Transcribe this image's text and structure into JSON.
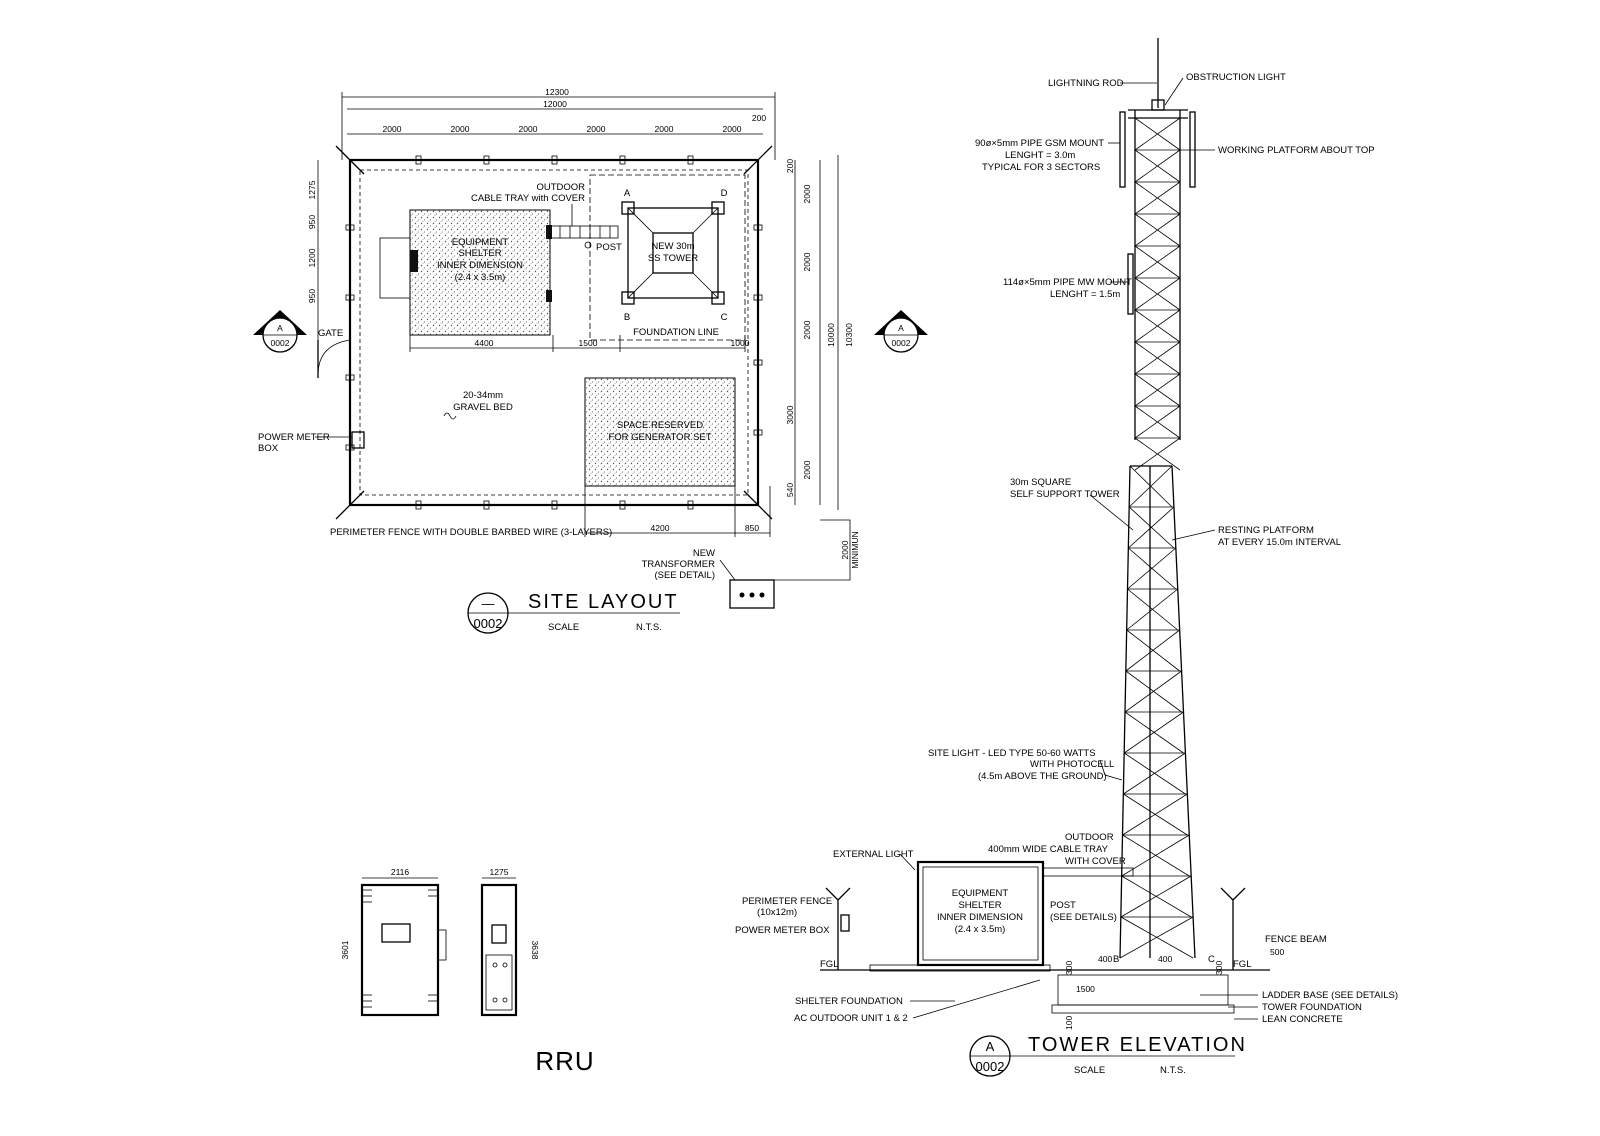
{
  "site_layout": {
    "title": "SITE LAYOUT",
    "callout_top": "—",
    "callout_sheet": "0002",
    "scale_label": "SCALE",
    "scale_value": "N.T.S.",
    "dims_top": {
      "overall_outer": "12300",
      "overall_inner": "12000",
      "segments": [
        "2000",
        "2000",
        "2000",
        "2000",
        "2000",
        "2000"
      ],
      "corner": "200"
    },
    "dims_left": [
      "1275",
      "950",
      "1200",
      "950"
    ],
    "dims_right": [
      "200",
      "2000",
      "2000",
      "2000",
      "3000",
      "2000",
      "540"
    ],
    "dims_right_overall": [
      "10000",
      "10300"
    ],
    "dims_bottom_a": [
      "4400",
      "1500",
      "1000"
    ],
    "dims_bottom_b": [
      "4200",
      "850"
    ],
    "transformer_min": [
      "2000",
      "MINIMUN"
    ],
    "labels": {
      "cable_tray": [
        "OUTDOOR",
        "CABLE TRAY with COVER"
      ],
      "post": "POST",
      "tower": [
        "NEW 30m",
        "SS TOWER"
      ],
      "foundation_line": "FOUNDATION LINE",
      "shelter": [
        "EQUIPMENT",
        "SHELTER",
        "INNER DIMENSION",
        "(2.4 x 3.5m)"
      ],
      "gate": "GATE",
      "gravel": [
        "20-34mm",
        "GRAVEL BED"
      ],
      "generator": [
        "SPACE RESERVED",
        "FOR GENERATOR SET"
      ],
      "power_meter": [
        "POWER METER",
        "BOX"
      ],
      "perimeter": "PERIMETER FENCE WITH DOUBLE BARBED WIRE (3-LAYERS)",
      "transformer": [
        "NEW",
        "TRANSFORMER",
        "(SEE DETAIL)"
      ],
      "corners": [
        "A",
        "D",
        "B",
        "C"
      ]
    },
    "section_markers": [
      {
        "top": "A",
        "bottom": "0002"
      },
      {
        "top": "A",
        "bottom": "0002"
      }
    ]
  },
  "tower_elevation": {
    "title": "TOWER ELEVATION",
    "callout_top": "A",
    "callout_sheet": "0002",
    "scale_label": "SCALE",
    "scale_value": "N.T.S.",
    "labels": {
      "lightning_rod": "LIGHTNING ROD",
      "obstruction_light": "OBSTRUCTION LIGHT",
      "gsm_mount": [
        "90ø×5mm PIPE GSM MOUNT",
        "LENGHT = 3.0m",
        "TYPICAL FOR 3 SECTORS"
      ],
      "working_platform": "WORKING PLATFORM ABOUT TOP",
      "mw_mount": [
        "114ø×5mm PIPE MW MOUNT",
        "LENGHT = 1.5m"
      ],
      "tower_type": [
        "30m SQUARE",
        "SELF SUPPORT TOWER"
      ],
      "resting_platform": [
        "RESTING PLATFORM",
        "AT EVERY 15.0m INTERVAL"
      ],
      "site_light": [
        "SITE LIGHT - LED TYPE  50-60 WATTS",
        "WITH PHOTOCELL",
        "(4.5m ABOVE THE GROUND)"
      ],
      "external_light": "EXTERNAL LIGHT",
      "cable_tray": [
        "OUTDOOR",
        "400mm WIDE CABLE TRAY",
        "WITH COVER"
      ],
      "perimeter_fence": [
        "PERIMETER FENCE",
        "(10x12m)"
      ],
      "power_meter_box": "POWER METER BOX",
      "shelter": [
        "EQUIPMENT",
        "SHELTER",
        "INNER DIMENSION",
        "(2.4 x 3.5m)"
      ],
      "post": [
        "POST",
        "(SEE DETAILS)"
      ],
      "fgl": "FGL",
      "fence_beam": "FENCE BEAM",
      "shelter_foundation": "SHELTER FOUNDATION",
      "ac_unit": "AC OUTDOOR UNIT 1 & 2",
      "ladder_base": "LADDER BASE (SEE DETAILS)",
      "tower_foundation": "TOWER FOUNDATION",
      "lean_concrete": "LEAN CONCRETE",
      "legs": [
        "B",
        "C"
      ]
    },
    "dims": [
      "400",
      "400",
      "500",
      "1500",
      "300",
      "300",
      "100"
    ]
  },
  "rru": {
    "title": "RRU",
    "dims": {
      "front_width": "2116",
      "front_height": "3601",
      "side_width": "1275",
      "side_height": "3638"
    }
  }
}
